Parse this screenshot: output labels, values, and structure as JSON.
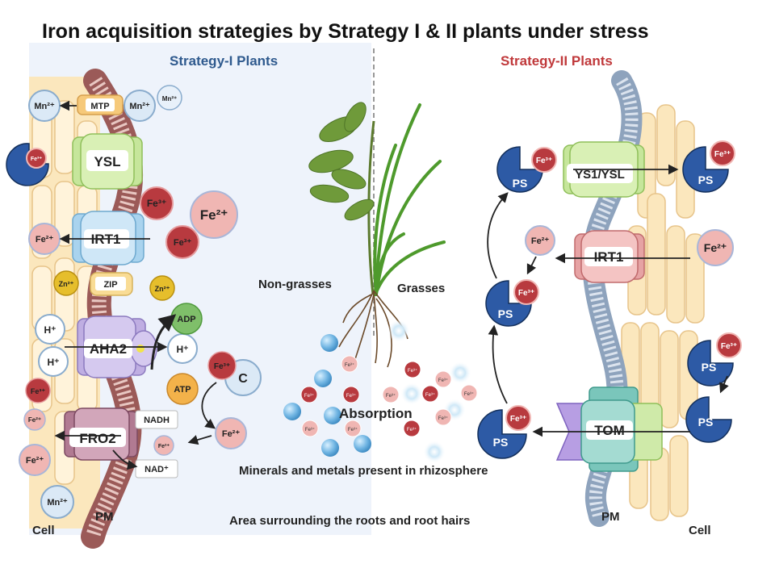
{
  "title": "Iron acquisition strategies by Strategy I & II plants under stress",
  "sections": {
    "strategy1": "Strategy-I Plants",
    "strategy2": "Strategy-II Plants"
  },
  "colors": {
    "strategy1": "#2f5a8e",
    "strategy2": "#c0393b",
    "ps_blue": "#2d5aa5",
    "fe3_red": "#b83a3f",
    "fe2_pink": "#f0b6b3",
    "panel_bg": "#eef3fb"
  },
  "left": {
    "transporters": {
      "mtp": "MTP",
      "ysl": "YSL",
      "irt1": "IRT1",
      "zip": "ZIP",
      "aha2": "AHA2",
      "fro2": "FRO2"
    },
    "ions": {
      "mn2_a": "Mn²⁺",
      "mn2_b": "Mn²⁺",
      "mn2_c": "Mn²⁺",
      "mn2_d": "Mn²⁺",
      "fe3_edge": "Fe³⁺",
      "fe3_a": "Fe³⁺",
      "fe2_big": "Fe²⁺",
      "fe3_b": "Fe³⁺",
      "fe2_in": "Fe²⁺",
      "zn2_a": "Zn²⁺",
      "zn2_b": "Zn²⁺",
      "h_a": "H⁺",
      "h_b": "H⁺",
      "h_c": "H⁺",
      "fe3_lower": "Fe³⁺",
      "fe2_small": "Fe²⁺",
      "fe2_bottom": "Fe²⁺",
      "fe2_mid": "Fe²⁺",
      "fe3_c": "Fe³⁺",
      "fe2_out": "Fe²⁺"
    },
    "molecules": {
      "adp": "ADP",
      "atp": "ATP",
      "c": "C",
      "nadh": "NADH",
      "nad": "NAD⁺"
    },
    "labels": {
      "cell": "Cell",
      "pm": "PM"
    }
  },
  "center": {
    "non_grasses": "Non-grasses",
    "grasses": "Grasses",
    "absorption": "Absorption",
    "fe_dot": "Fe³⁺",
    "minerals": "Minerals and metals  present in rhizosphere",
    "area": "Area surrounding the roots and root hairs"
  },
  "right": {
    "transporters": {
      "ys1": "YS1/YSL",
      "irt1": "IRT1",
      "tom": "TOM"
    },
    "ions": {
      "fe3": "Fe³⁺",
      "fe2": "Fe²⁺",
      "ps": "PS"
    },
    "labels": {
      "pm": "PM",
      "cell": "Cell"
    }
  }
}
